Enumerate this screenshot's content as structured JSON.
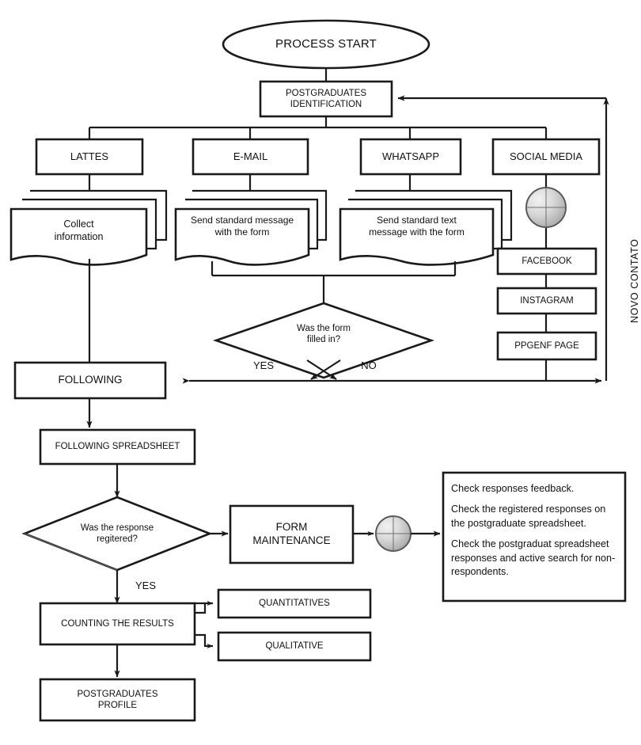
{
  "diagram": {
    "title": "Postgraduates contact and response flowchart",
    "type": "flowchart",
    "stroke_color": "#1a1a1a",
    "fill_color": "#ffffff",
    "connector_color": "#9e9e9e"
  },
  "nodes": {
    "start": {
      "label": "PROCESS START",
      "shape": "ellipse"
    },
    "identification": {
      "label": "POSTGRADUATES\nIDENTIFICATION",
      "shape": "process"
    },
    "channels": [
      {
        "label": "LATTES",
        "shape": "process"
      },
      {
        "label": "E-MAIL",
        "shape": "process"
      },
      {
        "label": "WHATSAPP",
        "shape": "process"
      },
      {
        "label": "SOCIAL MEDIA",
        "shape": "process"
      }
    ],
    "documents": [
      {
        "label": "Collect\ninformation",
        "shape": "multi-document"
      },
      {
        "label": "Send standard message\nwith the form",
        "shape": "multi-document"
      },
      {
        "label": "Send standard text\nmessage with the form",
        "shape": "multi-document"
      }
    ],
    "social_pages": [
      {
        "label": "FACEBOOK",
        "shape": "process"
      },
      {
        "label": "INSTAGRAM",
        "shape": "process"
      },
      {
        "label": "PPGENF PAGE",
        "shape": "process"
      }
    ],
    "decision_form": {
      "label": "Was the form\nfilled in?",
      "shape": "decision"
    },
    "decision_response": {
      "label": "Was the response\nregitered?",
      "shape": "decision"
    },
    "following": {
      "label": "FOLLOWING",
      "shape": "process"
    },
    "following_spreadsheet": {
      "label": "FOLLOWING SPREADSHEET",
      "shape": "process"
    },
    "form_maintenance": {
      "label": "FORM\nMAINTENANCE",
      "shape": "process"
    },
    "counting": {
      "label": "COUNTING THE RESULTS",
      "shape": "process"
    },
    "quantitatives": {
      "label": "QUANTITATIVES",
      "shape": "process"
    },
    "qualitative": {
      "label": "QUALITATIVE",
      "shape": "process"
    },
    "profile": {
      "label": "POSTGRADUATES\nPROFILE",
      "shape": "process"
    },
    "note": {
      "shape": "note",
      "lines": [
        "Check responses feedback.",
        "Check the registered responses on the postgraduate spreadsheet.",
        "Check the postgraduat spreadsheet responses and active search for non-respondents."
      ]
    }
  },
  "edge_labels": {
    "yes_form": "YES",
    "no_form": "NO",
    "yes_response": "YES",
    "loop_back": "NOVO CONTATO"
  },
  "connectors": [
    {
      "name": "social-media-connector",
      "shape": "off-page-circle"
    },
    {
      "name": "form-maintenance-connector",
      "shape": "off-page-circle"
    }
  ]
}
